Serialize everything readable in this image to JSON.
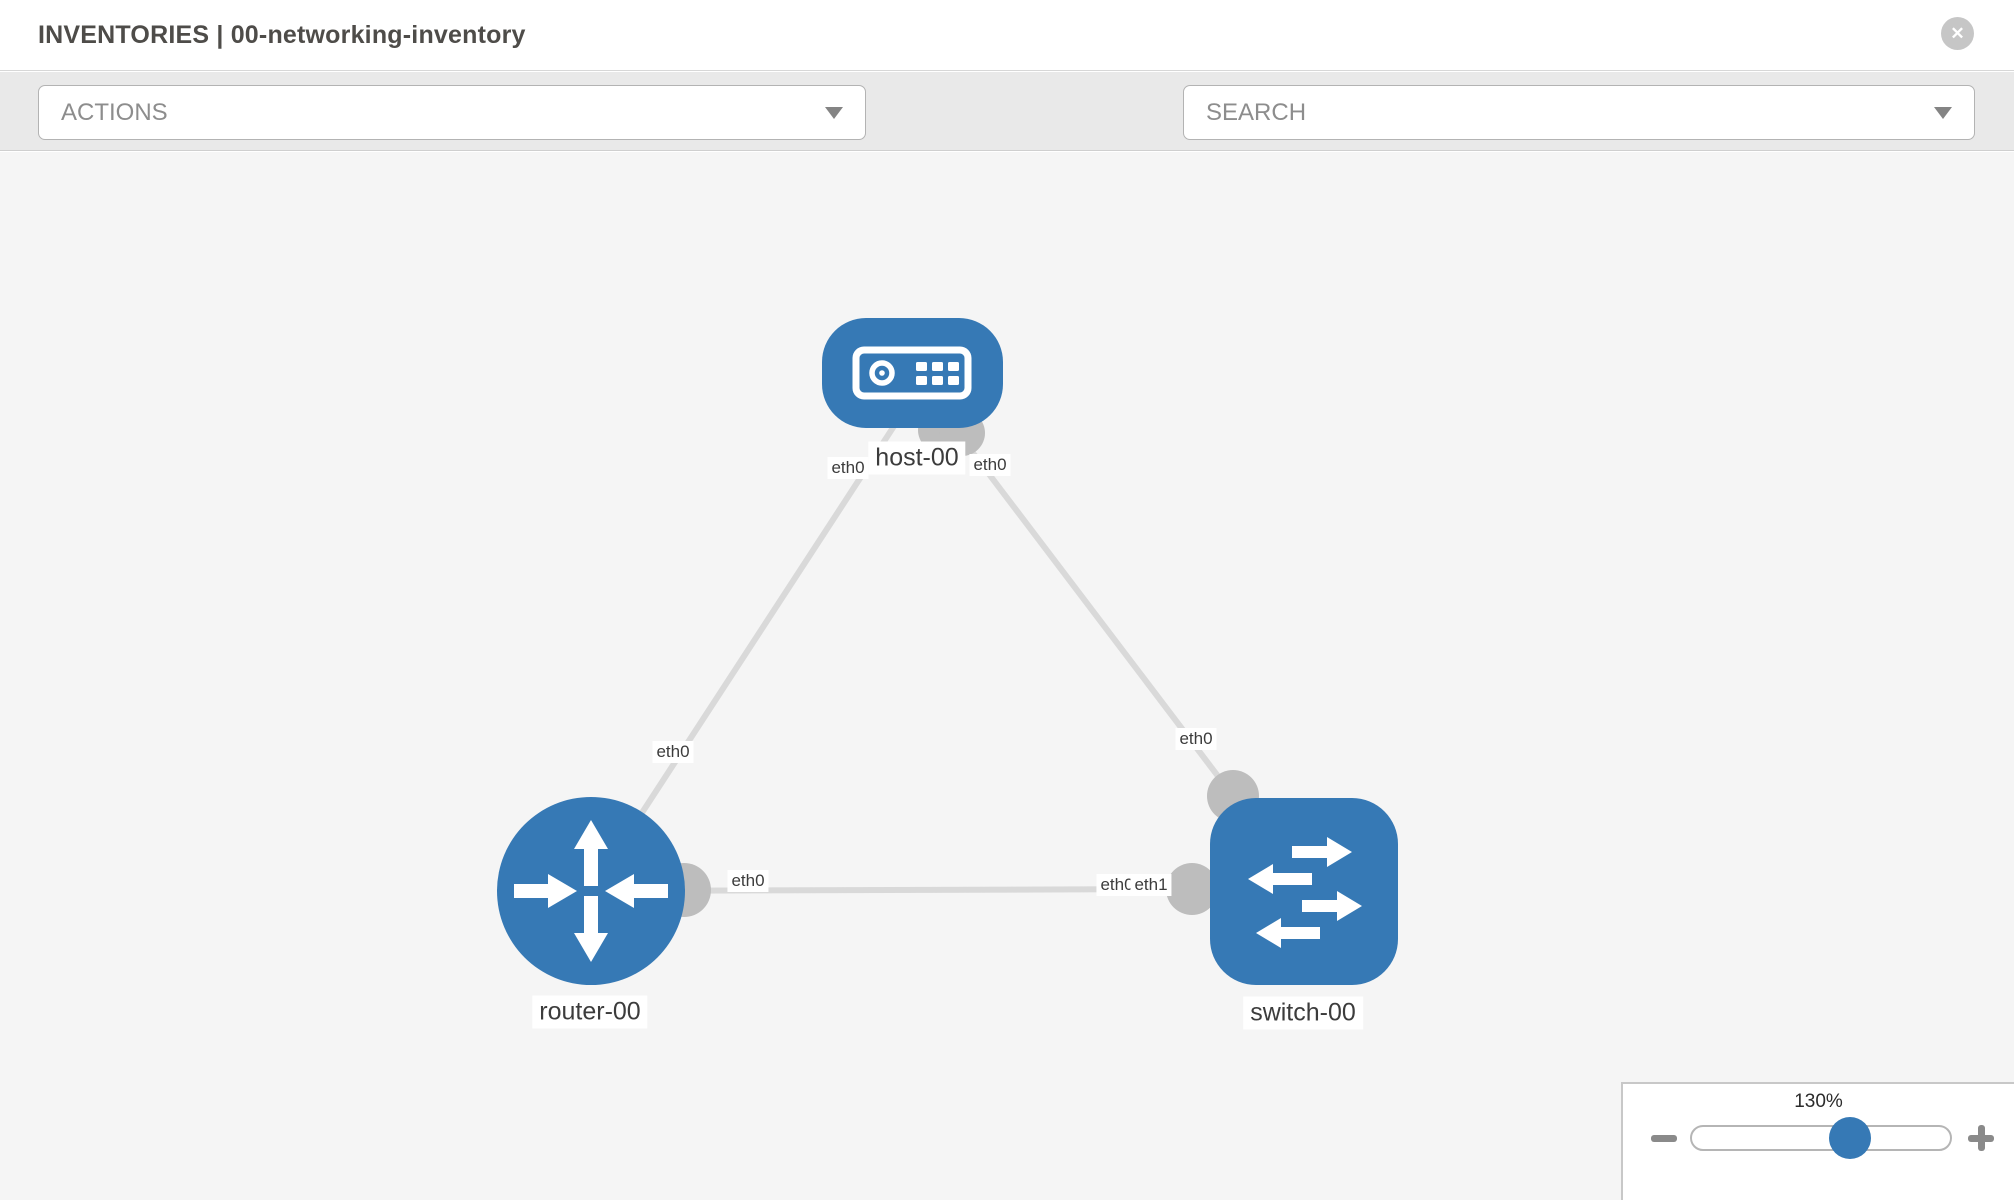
{
  "header": {
    "title": "INVENTORIES | 00-networking-inventory",
    "close_glyph": "✕"
  },
  "toolbar": {
    "actions_placeholder": "ACTIONS",
    "search_placeholder": "SEARCH",
    "icons": [
      "wrench-icon",
      "key-icon"
    ]
  },
  "colors": {
    "node_blue": "#3679b5",
    "link_gray": "#d9d9d9",
    "connector_gray": "#bdbdbd",
    "canvas_bg": "#f5f5f5",
    "toolbar_bg": "#e9e9e9"
  },
  "topology": {
    "nodes": [
      {
        "id": "host-00",
        "type": "host",
        "label": "host-00"
      },
      {
        "id": "router-00",
        "type": "router",
        "label": "router-00"
      },
      {
        "id": "switch-00",
        "type": "switch",
        "label": "switch-00"
      }
    ],
    "links": [
      {
        "from": "host-00",
        "to": "router-00",
        "from_interface": "eth0",
        "to_interface": "eth0"
      },
      {
        "from": "host-00",
        "to": "switch-00",
        "from_interface": "eth0",
        "to_interface": "eth0"
      },
      {
        "from": "router-00",
        "to": "switch-00",
        "from_interface": "eth0",
        "to_interface": "eth1",
        "to_interface_overlapped_label": "eth0"
      }
    ]
  },
  "zoom_control": {
    "level": "130%"
  }
}
